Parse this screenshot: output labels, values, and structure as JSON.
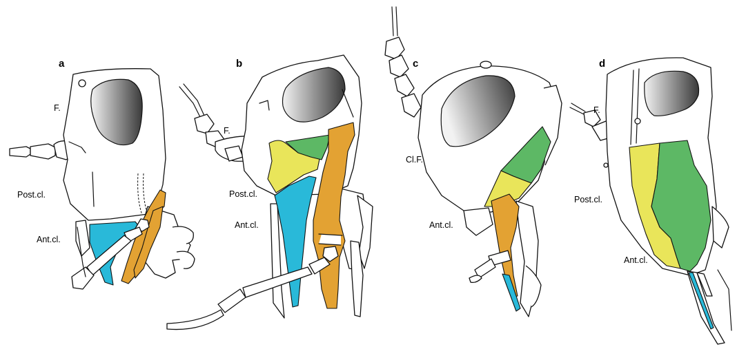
{
  "colors": {
    "blue": "#29b9d9",
    "orange": "#e3a233",
    "green": "#5db865",
    "yellow": "#e9e55a",
    "eye_dark": "#3a3a3a",
    "eye_light": "#f2f2f2",
    "outline": "#111111"
  },
  "panels": [
    {
      "id": "a",
      "letter": "a",
      "labels": {
        "f": "F.",
        "post": "Post.cl.",
        "ant": "Ant.cl."
      }
    },
    {
      "id": "b",
      "letter": "b",
      "labels": {
        "f": "F.",
        "post": "Post.cl.",
        "ant": "Ant.cl."
      }
    },
    {
      "id": "c",
      "letter": "c",
      "labels": {
        "clf": "Cl.F.",
        "ant": "Ant.cl."
      }
    },
    {
      "id": "d",
      "letter": "d",
      "labels": {
        "f": "F.",
        "post": "Post.cl.",
        "ant": "Ant.cl."
      }
    }
  ]
}
